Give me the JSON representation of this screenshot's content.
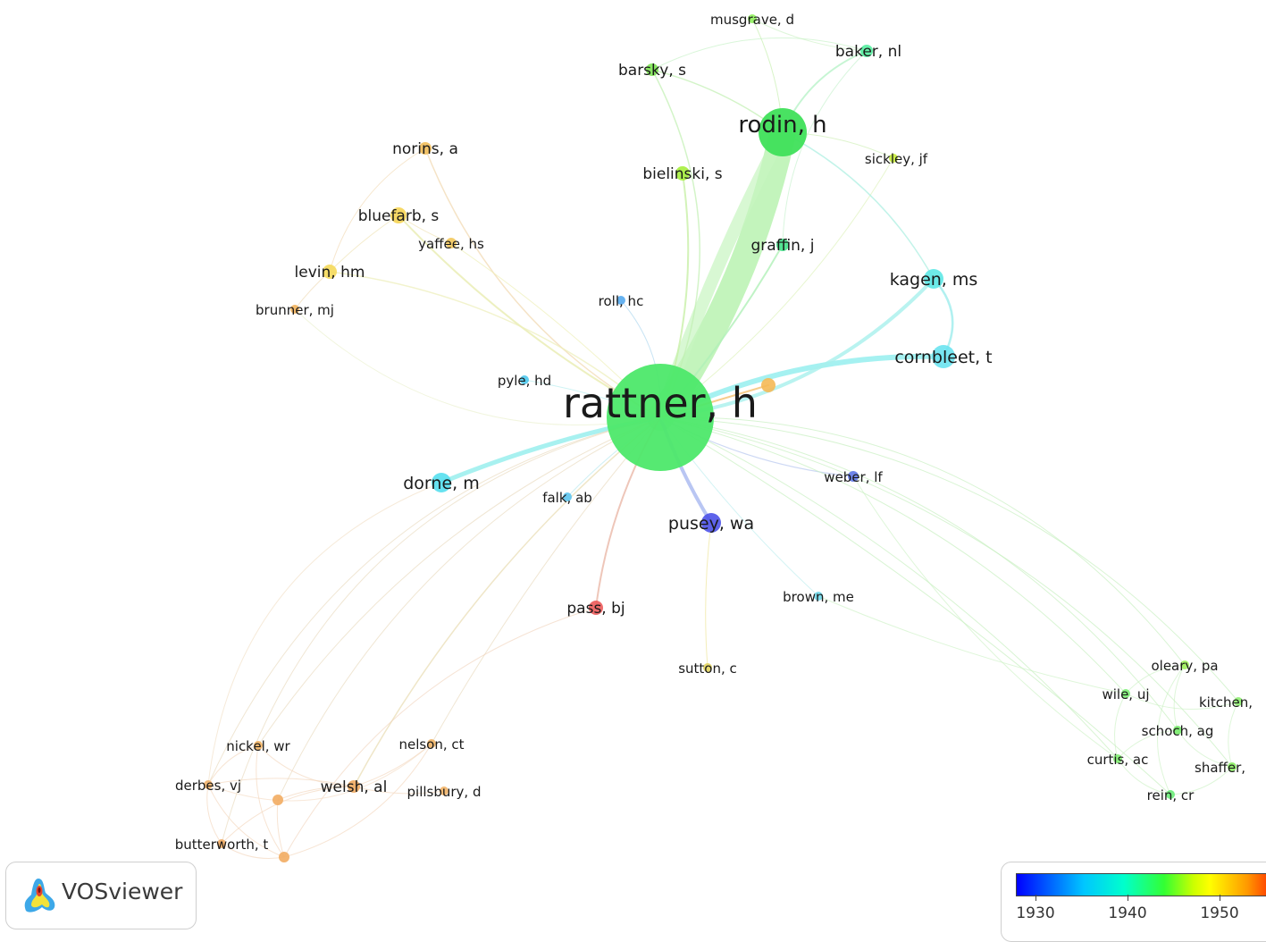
{
  "app": {
    "name": "VOSviewer"
  },
  "nodes": [
    {
      "id": "rattner",
      "label": "rattner, h",
      "color": "#4de86a"
    },
    {
      "id": "rodin",
      "label": "rodin, h",
      "color": "#3fe05a"
    },
    {
      "id": "musgrave",
      "label": "musgrave, d",
      "color": "#8fef5c"
    },
    {
      "id": "baker",
      "label": "baker, nl",
      "color": "#55eea0"
    },
    {
      "id": "barsky",
      "label": "barsky, s",
      "color": "#7de653"
    },
    {
      "id": "bielinski",
      "label": "bielinski, s",
      "color": "#a5ee3c"
    },
    {
      "id": "sickley",
      "label": "sickley, jf",
      "color": "#c6ec3a"
    },
    {
      "id": "graffin",
      "label": "graffin, j",
      "color": "#44e28a"
    },
    {
      "id": "kagen",
      "label": "kagen, ms",
      "color": "#5ee8e6"
    },
    {
      "id": "cornbleet",
      "label": "cornbleet, t",
      "color": "#6ae3ef"
    },
    {
      "id": "norins",
      "label": "norins, a",
      "color": "#f2be5a"
    },
    {
      "id": "bluefarb",
      "label": "bluefarb, s",
      "color": "#f5d454"
    },
    {
      "id": "yaffee",
      "label": "yaffee, hs",
      "color": "#f2c85c"
    },
    {
      "id": "levin",
      "label": "levin, hm",
      "color": "#f5d95a"
    },
    {
      "id": "brunner",
      "label": "brunner, mj",
      "color": "#f2b25c"
    },
    {
      "id": "roll",
      "label": "roll, hc",
      "color": "#55aaee"
    },
    {
      "id": "pyle",
      "label": "pyle, hd",
      "color": "#4ec9ee"
    },
    {
      "id": "dorne",
      "label": "dorne, m",
      "color": "#55dfee"
    },
    {
      "id": "falk",
      "label": "falk, ab",
      "color": "#5cc4ee"
    },
    {
      "id": "pusey",
      "label": "pusey, wa",
      "color": "#4d52e8"
    },
    {
      "id": "weber",
      "label": "weber, lf",
      "color": "#5f78e8"
    },
    {
      "id": "brown",
      "label": "brown, me",
      "color": "#6fd8ea"
    },
    {
      "id": "pass",
      "label": "pass, bj",
      "color": "#ec5a5a"
    },
    {
      "id": "sutton",
      "label": "sutton, c",
      "color": "#e2d45e"
    },
    {
      "id": "orange",
      "label": "",
      "color": "#f5b955"
    },
    {
      "id": "oleary",
      "label": "oleary, pa",
      "color": "#9ef05a"
    },
    {
      "id": "wile",
      "label": "wile, uj",
      "color": "#7cf074"
    },
    {
      "id": "kitchen",
      "label": "kitchen,",
      "color": "#8ef070"
    },
    {
      "id": "schoch",
      "label": "schoch, ag",
      "color": "#78ec6a"
    },
    {
      "id": "curtis",
      "label": "curtis, ac",
      "color": "#80ee70"
    },
    {
      "id": "shaffer",
      "label": "shaffer,",
      "color": "#8aed62"
    },
    {
      "id": "rein",
      "label": "rein, cr",
      "color": "#6aec78"
    },
    {
      "id": "nickel",
      "label": "nickel, wr",
      "color": "#f0b060"
    },
    {
      "id": "nelson",
      "label": "nelson, ct",
      "color": "#f0b466"
    },
    {
      "id": "derbes",
      "label": "derbes, vj",
      "color": "#f0b068"
    },
    {
      "id": "welsh",
      "label": "welsh, al",
      "color": "#f0aa60"
    },
    {
      "id": "pillsbury",
      "label": "pillsbury, d",
      "color": "#f2b468"
    },
    {
      "id": "butterworth",
      "label": "butterworth, t",
      "color": "#f0aa60"
    },
    {
      "id": "o2",
      "label": "",
      "color": "#f2ac62"
    },
    {
      "id": "o3",
      "label": "",
      "color": "#f2ac62"
    }
  ],
  "legend": {
    "ticks": [
      "1930",
      "1940",
      "1950"
    ],
    "colors": [
      "#0000ff",
      "#00c6ff",
      "#00ffcc",
      "#33ff33",
      "#ccff00",
      "#ffff00",
      "#ff9900",
      "#ff0000"
    ]
  }
}
